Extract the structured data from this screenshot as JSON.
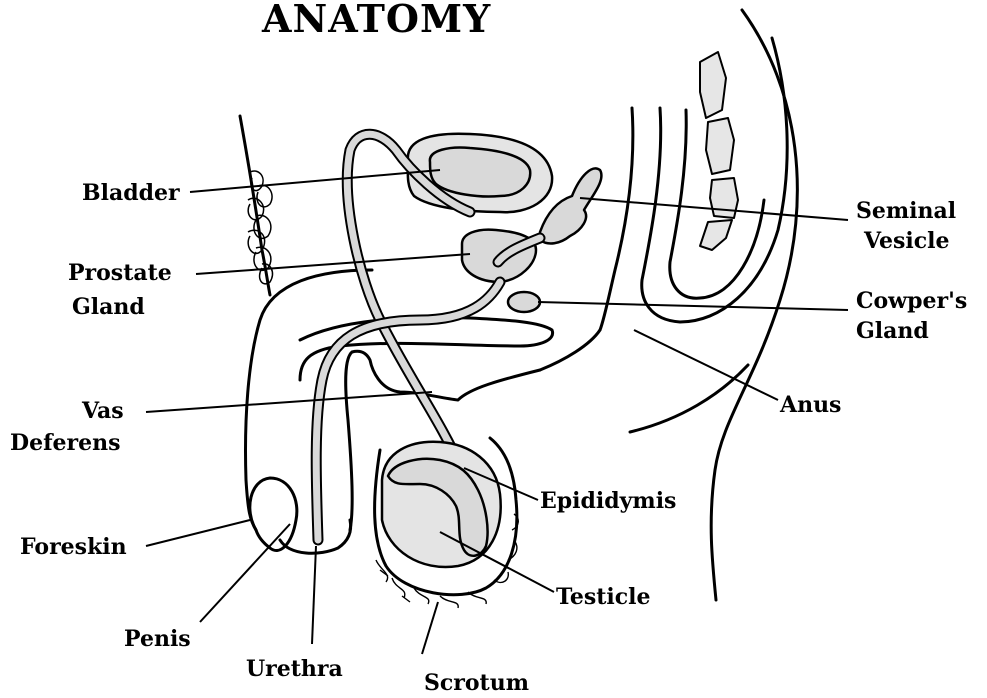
{
  "title": "ANATOMY",
  "labels": {
    "bladder": "Bladder",
    "prostate_line1": "Prostate",
    "prostate_line2": "Gland",
    "vas_line1": "Vas",
    "vas_line2": "Deferens",
    "foreskin": "Foreskin",
    "penis": "Penis",
    "urethra": "Urethra",
    "scrotum": "Scrotum",
    "seminal_line1": "Seminal",
    "seminal_line2": "Vesicle",
    "cowpers_line1": "Cowper's",
    "cowpers_line2": "Gland",
    "anus": "Anus",
    "epididymis": "Epididymis",
    "testicle": "Testicle"
  },
  "colors": {
    "organ_fill": "#d9d9d9",
    "bone_fill": "#e6e6e6",
    "ink": "#000000"
  }
}
